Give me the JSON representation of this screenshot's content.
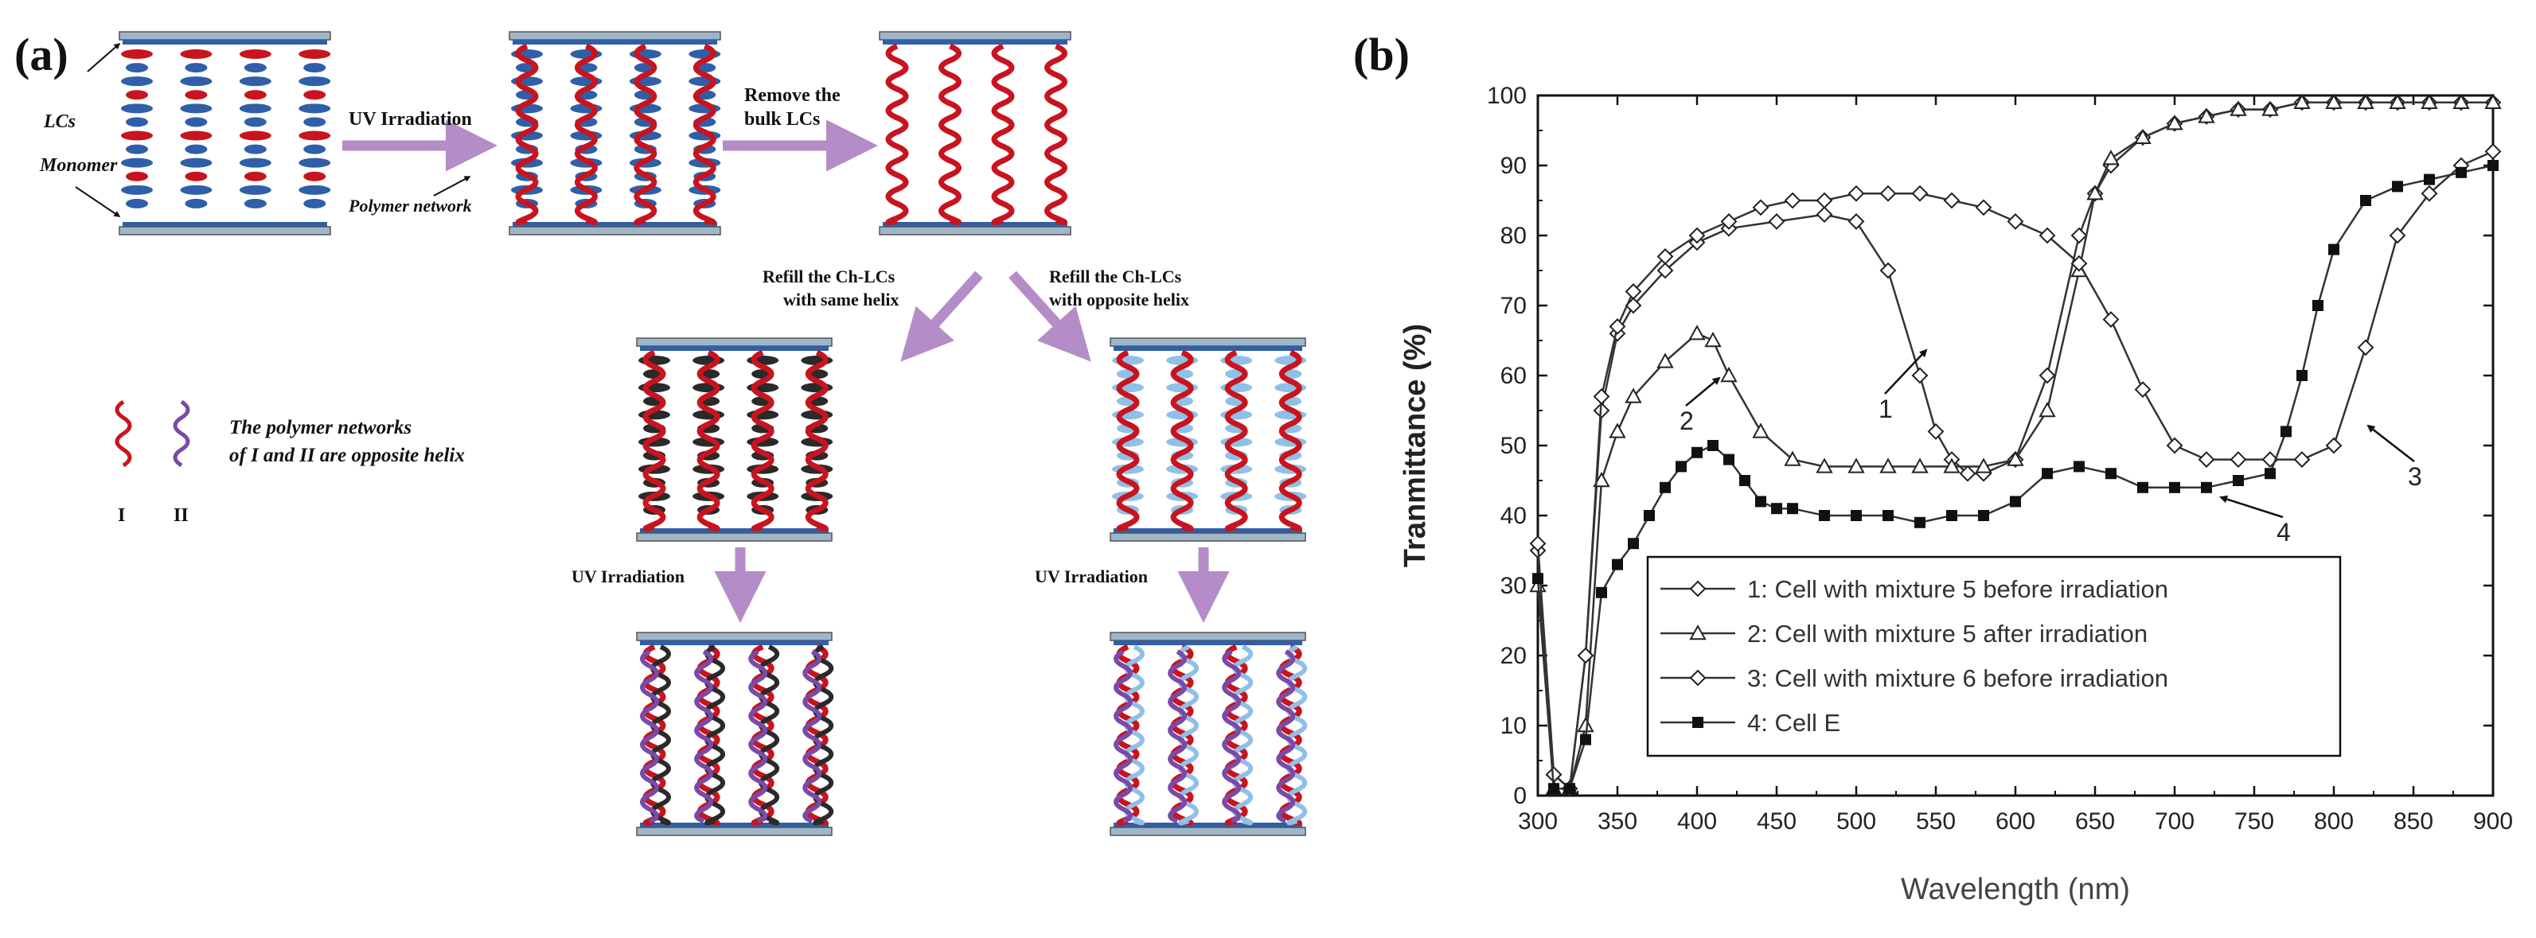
{
  "panel_a": {
    "label": "(a)",
    "legend_lcs": "LCs",
    "legend_monomer": "Monomer",
    "legend_polymer": "Polymer network",
    "step_uv1": "UV Irradiation",
    "step_remove_line1": "Remove the",
    "step_remove_line2": "bulk LCs",
    "step_same_line1": "Refill the Ch-LCs",
    "step_same_line2": "with same helix",
    "step_opp_line1": "Refill the Ch-LCs",
    "step_opp_line2": "with opposite helix",
    "uv_left": "UV Irradiation",
    "uv_right": "UV Irradiation",
    "helix_note_line1": "The polymer networks",
    "helix_note_line2": "of I and II are opposite helix",
    "helix_I": "I",
    "helix_II": "II",
    "colors": {
      "glass": "#9fb6c9",
      "blue": "#2f5fa8",
      "red": "#c8141e",
      "dark": "#2a2a2a",
      "purple": "#7a4aa8",
      "light": "#8fc0e8",
      "arrow": "#b48cc8"
    }
  },
  "panel_b": {
    "label": "(b)",
    "chart_data": {
      "type": "line",
      "xlabel": "Wavelength (nm)",
      "ylabel": "Tranmittance (%)",
      "xlim": [
        300,
        900
      ],
      "ylim": [
        0,
        100
      ],
      "xticks": [
        "300",
        "350",
        "400",
        "450",
        "500",
        "550",
        "600",
        "650",
        "700",
        "750",
        "800",
        "850",
        "900"
      ],
      "yticks": [
        "0",
        "10",
        "20",
        "30",
        "40",
        "50",
        "60",
        "70",
        "80",
        "90",
        "100"
      ],
      "legend_position": "bottom-left",
      "series": [
        {
          "name": "1: Cell with mixture 5 before irradiation",
          "marker": "diamond",
          "line_label": "1",
          "x": [
            300,
            310,
            320,
            330,
            340,
            350,
            360,
            380,
            400,
            420,
            450,
            480,
            500,
            520,
            540,
            550,
            560,
            570,
            580,
            600,
            620,
            640,
            650,
            660,
            680,
            700,
            720,
            740,
            760,
            780,
            800,
            820,
            840,
            860,
            880,
            900
          ],
          "y": [
            35,
            3,
            1,
            20,
            55,
            66,
            70,
            75,
            79,
            81,
            82,
            83,
            82,
            75,
            60,
            52,
            48,
            46,
            46,
            48,
            60,
            80,
            86,
            90,
            94,
            96,
            97,
            98,
            98,
            99,
            99,
            99,
            99,
            99,
            99,
            99
          ]
        },
        {
          "name": "2: Cell with mixture 5 after irradiation",
          "marker": "triangle",
          "line_label": "2",
          "x": [
            300,
            310,
            320,
            330,
            340,
            350,
            360,
            380,
            400,
            410,
            420,
            440,
            460,
            480,
            500,
            520,
            540,
            560,
            580,
            600,
            620,
            640,
            650,
            660,
            680,
            700,
            720,
            740,
            760,
            780,
            800,
            820,
            840,
            860,
            880,
            900
          ],
          "y": [
            30,
            1,
            1,
            10,
            45,
            52,
            57,
            62,
            66,
            65,
            60,
            52,
            48,
            47,
            47,
            47,
            47,
            47,
            47,
            48,
            55,
            75,
            86,
            91,
            94,
            96,
            97,
            98,
            98,
            99,
            99,
            99,
            99,
            99,
            99,
            99
          ]
        },
        {
          "name": "3: Cell with mixture 6 before irradiation",
          "marker": "diamond",
          "line_label": "3",
          "x": [
            300,
            310,
            320,
            330,
            340,
            350,
            360,
            380,
            400,
            420,
            440,
            460,
            480,
            500,
            520,
            540,
            560,
            580,
            600,
            620,
            640,
            660,
            680,
            700,
            720,
            740,
            760,
            780,
            800,
            820,
            840,
            860,
            880,
            900
          ],
          "y": [
            36,
            3,
            1,
            20,
            57,
            67,
            72,
            77,
            80,
            82,
            84,
            85,
            85,
            86,
            86,
            86,
            85,
            84,
            82,
            80,
            76,
            68,
            58,
            50,
            48,
            48,
            48,
            48,
            50,
            64,
            80,
            86,
            90,
            92
          ]
        },
        {
          "name": "4: Cell E",
          "marker": "square",
          "line_label": "4",
          "x": [
            300,
            310,
            320,
            330,
            340,
            350,
            360,
            370,
            380,
            390,
            400,
            410,
            420,
            430,
            440,
            450,
            460,
            480,
            500,
            520,
            540,
            560,
            580,
            600,
            620,
            640,
            660,
            680,
            700,
            720,
            740,
            760,
            770,
            780,
            790,
            800,
            820,
            840,
            860,
            880,
            900
          ],
          "y": [
            31,
            1,
            1,
            8,
            29,
            33,
            36,
            40,
            44,
            47,
            49,
            50,
            48,
            45,
            42,
            41,
            41,
            40,
            40,
            40,
            39,
            40,
            40,
            42,
            46,
            47,
            46,
            44,
            44,
            44,
            45,
            46,
            52,
            60,
            70,
            78,
            85,
            87,
            88,
            89,
            90
          ]
        }
      ]
    }
  }
}
